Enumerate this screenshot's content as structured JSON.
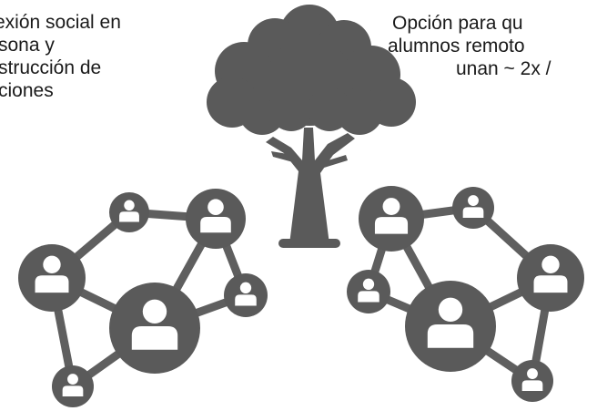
{
  "left_caption": {
    "lines": [
      "exión social en",
      "sona y",
      "strucción de",
      "ciones"
    ]
  },
  "right_caption": {
    "lines": [
      "Opción para qu",
      "alumnos remoto",
      "unan ~ 2x /"
    ]
  },
  "colors": {
    "icon_fill": "#5a5a5a",
    "link_stroke": "#5f5f5f",
    "person_fill": "#ffffff",
    "text": "#1a1a1a"
  },
  "icons": [
    "tree-icon",
    "social-network-icon",
    "person-icon"
  ]
}
